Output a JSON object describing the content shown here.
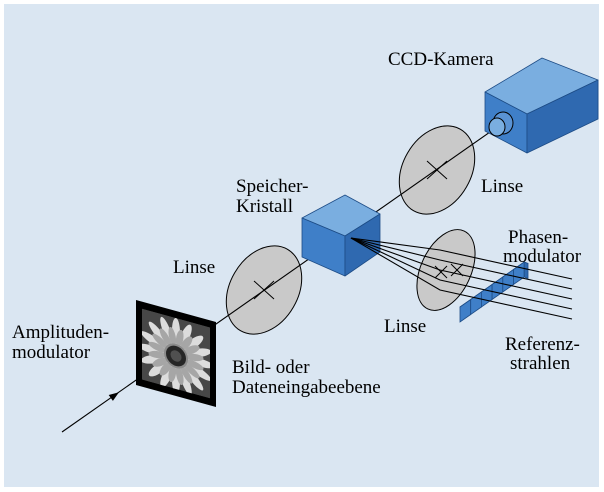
{
  "ccd_camera": {
    "label": "CCD-Kamera"
  },
  "lens_camera": {
    "label": "Linse"
  },
  "storage_crystal": {
    "label_lines": [
      "Speicher-",
      "Kristall"
    ]
  },
  "phase_modulator": {
    "label_lines": [
      "Phasen-",
      "modulator"
    ]
  },
  "lens_input": {
    "label": "Linse"
  },
  "lens_reference": {
    "label": "Linse"
  },
  "amplitude_modulator": {
    "label_lines": [
      "Amplituden-",
      "modulator"
    ]
  },
  "input_plane": {
    "label_lines": [
      "Bild- oder",
      "Dateneingabeebene"
    ]
  },
  "reference_beams": {
    "label_lines": [
      "Referenz-",
      "strahlen"
    ]
  },
  "colors": {
    "background": "#dae6f2",
    "component_top": "#7aaee0",
    "component_front": "#3f7fc8",
    "component_side": "#2f69b0",
    "lens": "#c9c9c9"
  }
}
